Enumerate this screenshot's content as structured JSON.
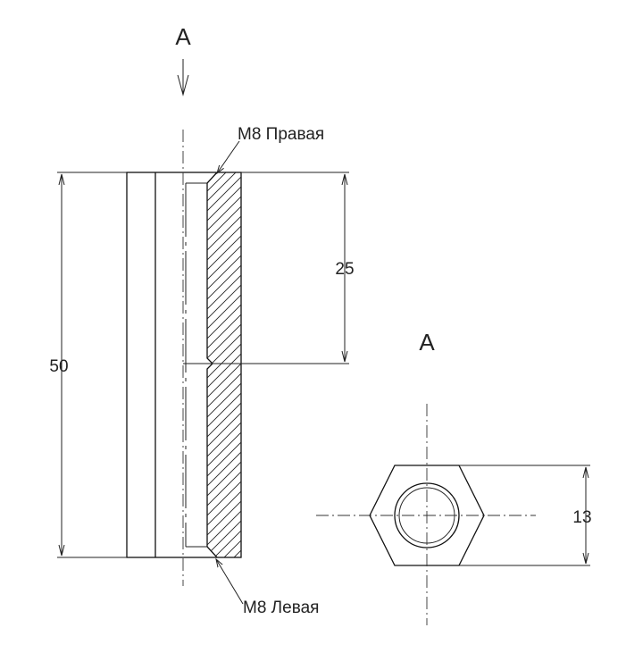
{
  "view_label_top": "A",
  "view_label_side": "A",
  "thread_top": "M8 Правая",
  "thread_bottom": "M8 Левая",
  "dim_total_length": "50",
  "dim_thread_depth": "25",
  "dim_hex_width": "13"
}
